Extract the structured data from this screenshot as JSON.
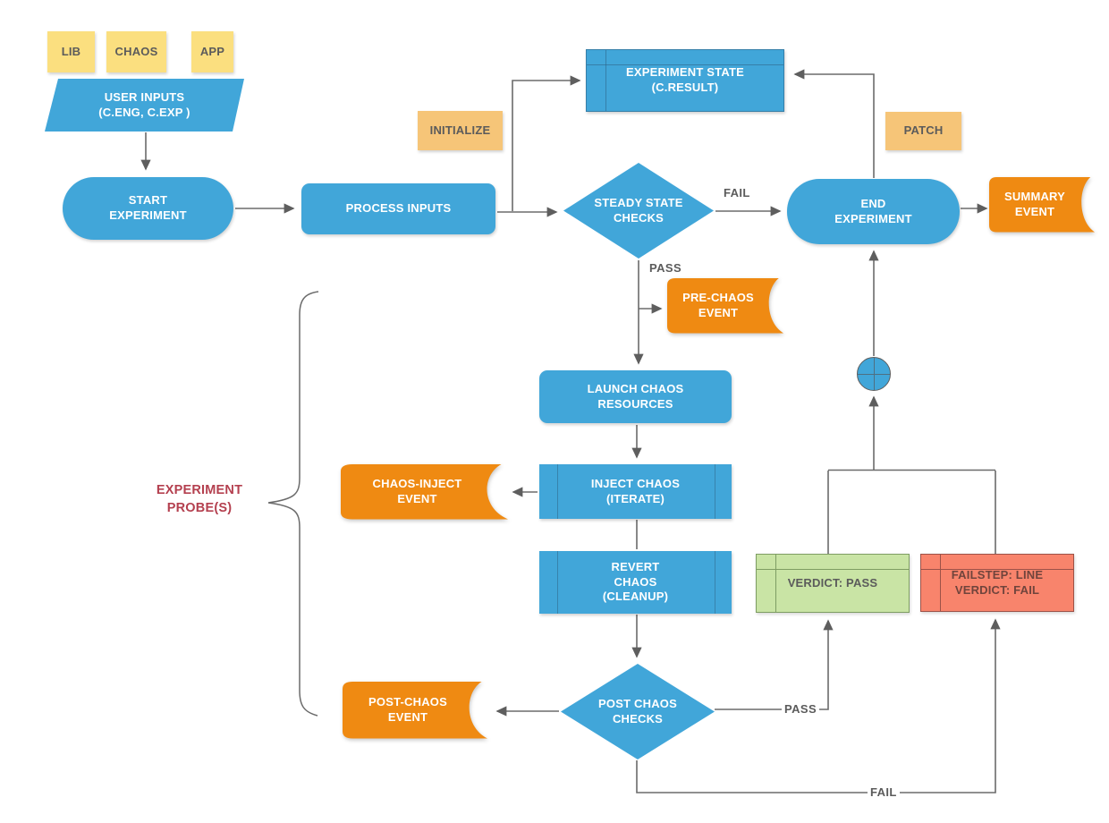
{
  "colors": {
    "blue": "#41A6D9",
    "orange": "#EF8A12",
    "yellow_note": "#FBDF7F",
    "orange_note": "#F6C578",
    "green_fill": "#C9E4A5",
    "green_border": "#7E9D63",
    "red_fill": "#F8846C",
    "red_border": "#9C5248",
    "line": "#666666",
    "white_text": "#FFFFFF",
    "dark_text": "#5B5B5B",
    "red_text": "#70443C",
    "probe_label": "#B4404F"
  },
  "notes": {
    "lib": "LIB",
    "chaos": "CHAOS",
    "app": "APP",
    "initialize": "INITIALIZE",
    "patch": "PATCH"
  },
  "nodes": {
    "user_inputs": "USER INPUTS\n(C.ENG, C.EXP )",
    "start_experiment": "START\nEXPERIMENT",
    "process_inputs": "PROCESS INPUTS",
    "experiment_state": "EXPERIMENT STATE\n(C.RESULT)",
    "steady_state_checks": "STEADY STATE\nCHECKS",
    "end_experiment": "END\nEXPERIMENT",
    "summary_event": "SUMMARY\nEVENT",
    "pre_chaos_event": "PRE-CHAOS\nEVENT",
    "launch_chaos_resources": "LAUNCH CHAOS\nRESOURCES",
    "chaos_inject_event": "CHAOS-INJECT\nEVENT",
    "inject_chaos": "INJECT CHAOS\n(ITERATE)",
    "revert_chaos": "REVERT\nCHAOS\n(CLEANUP)",
    "post_chaos_event": "POST-CHAOS\nEVENT",
    "post_chaos_checks": "POST CHAOS\nCHECKS",
    "verdict_pass": "VERDICT: PASS",
    "verdict_fail": "FAILSTEP: LINE\nVERDICT: FAIL"
  },
  "edge_labels": {
    "fail_top": "FAIL",
    "pass_top": "PASS",
    "pass_bottom": "PASS",
    "fail_bottom": "FAIL"
  },
  "annotations": {
    "experiment_probes": "EXPERIMENT\nPROBE(S)"
  }
}
